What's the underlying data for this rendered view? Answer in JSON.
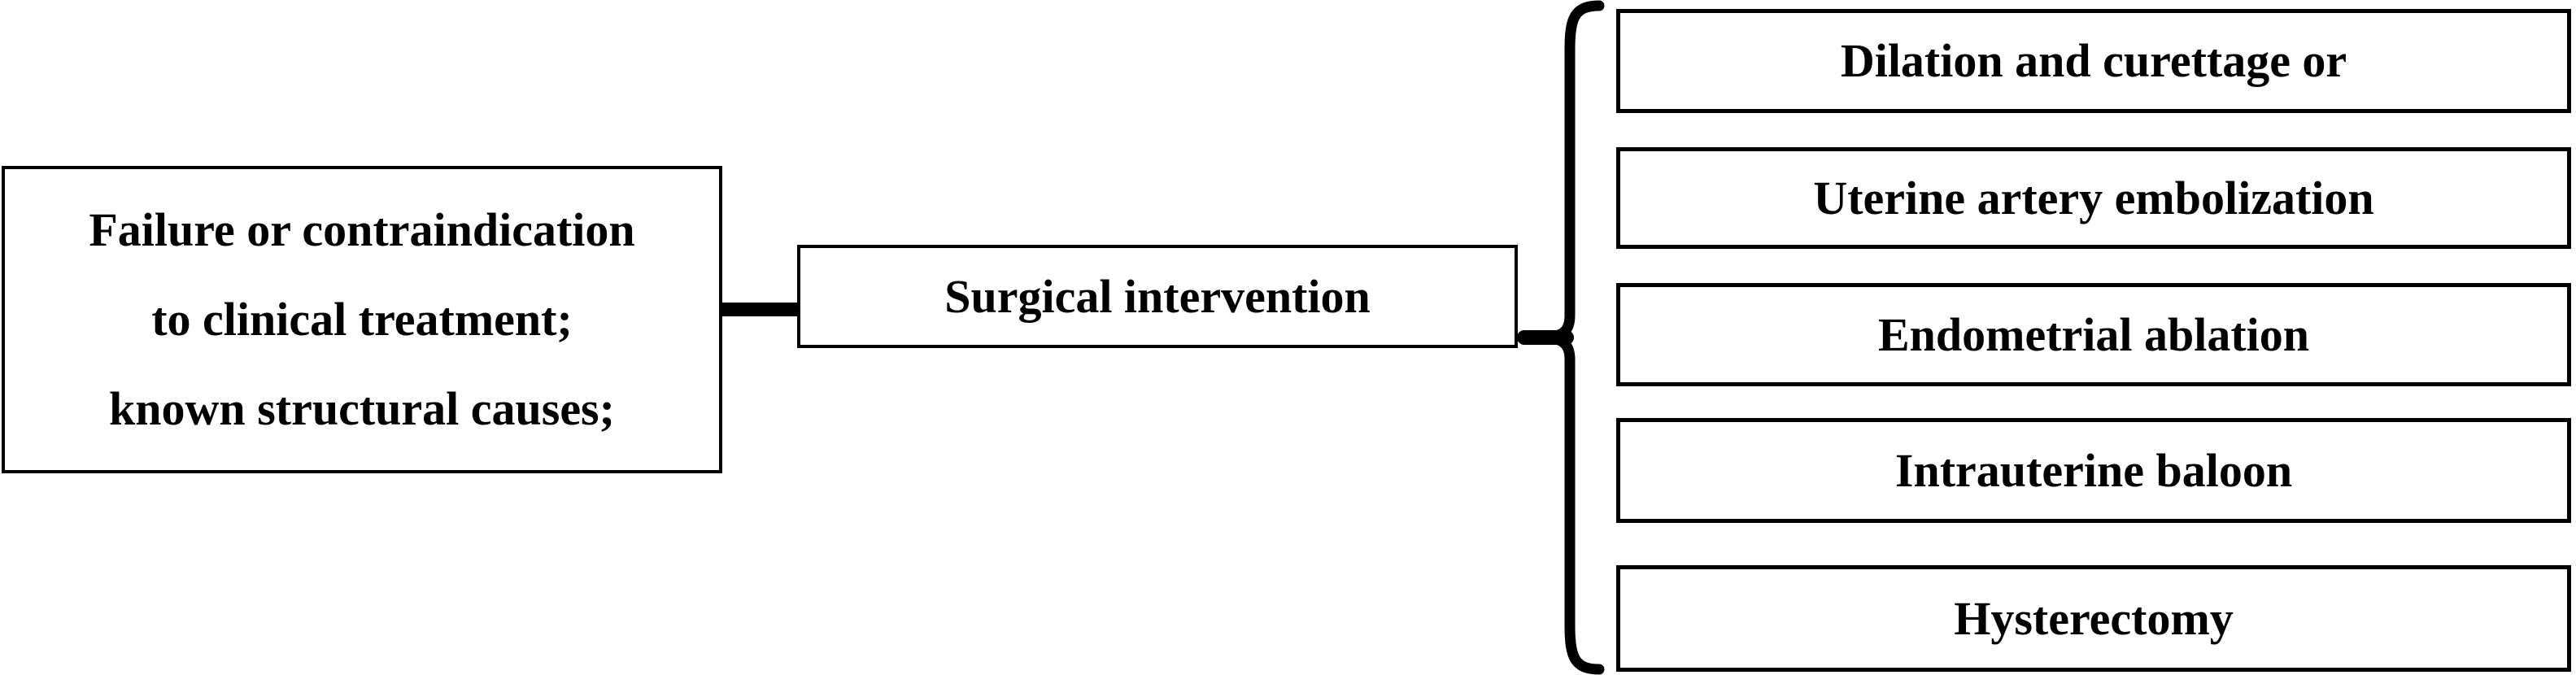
{
  "diagram": {
    "left_box": {
      "lines": [
        "Failure or contraindication",
        "to clinical treatment;",
        "known structural causes;"
      ]
    },
    "middle_box": {
      "label": "Surgical intervention"
    },
    "right_boxes": [
      {
        "label": "Dilation and curettage or"
      },
      {
        "label": "Uterine artery embolization"
      },
      {
        "label": "Endometrial ablation"
      },
      {
        "label": "Intrauterine baloon"
      },
      {
        "label": "Hysterectomy"
      }
    ],
    "colors": {
      "line": "#000000",
      "background": "#ffffff",
      "box_fill": "#ffffff",
      "text": "#000000"
    }
  }
}
